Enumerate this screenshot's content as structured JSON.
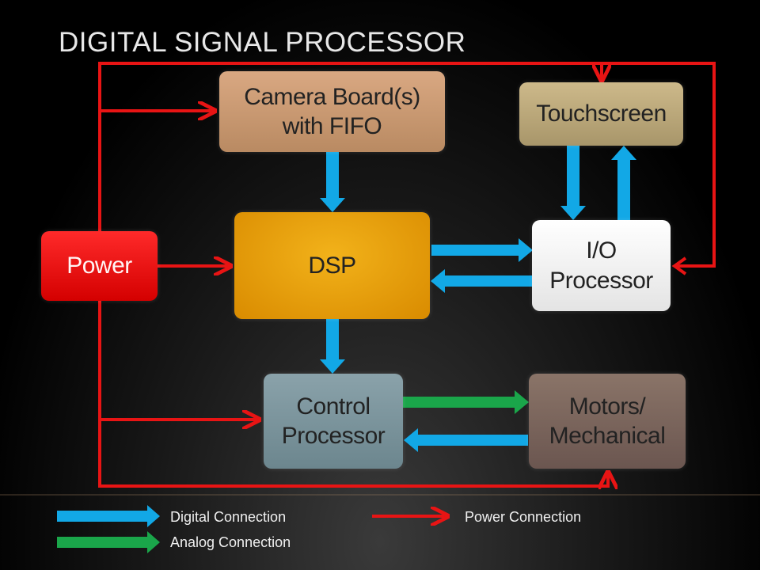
{
  "title": "DIGITAL SIGNAL PROCESSOR",
  "blocks": {
    "camera": "Camera Board(s)\nwith FIFO",
    "touchscreen": "Touchscreen",
    "dsp": "DSP",
    "io": "I/O\nProcessor",
    "power": "Power",
    "control": "Control\nProcessor",
    "motors": "Motors/\nMechanical"
  },
  "legend": {
    "digital": "Digital Connection",
    "analog": "Analog Connection",
    "power": "Power Connection"
  },
  "colors": {
    "digital": "#12a8e6",
    "analog": "#1aa64a",
    "power": "#e81414"
  }
}
